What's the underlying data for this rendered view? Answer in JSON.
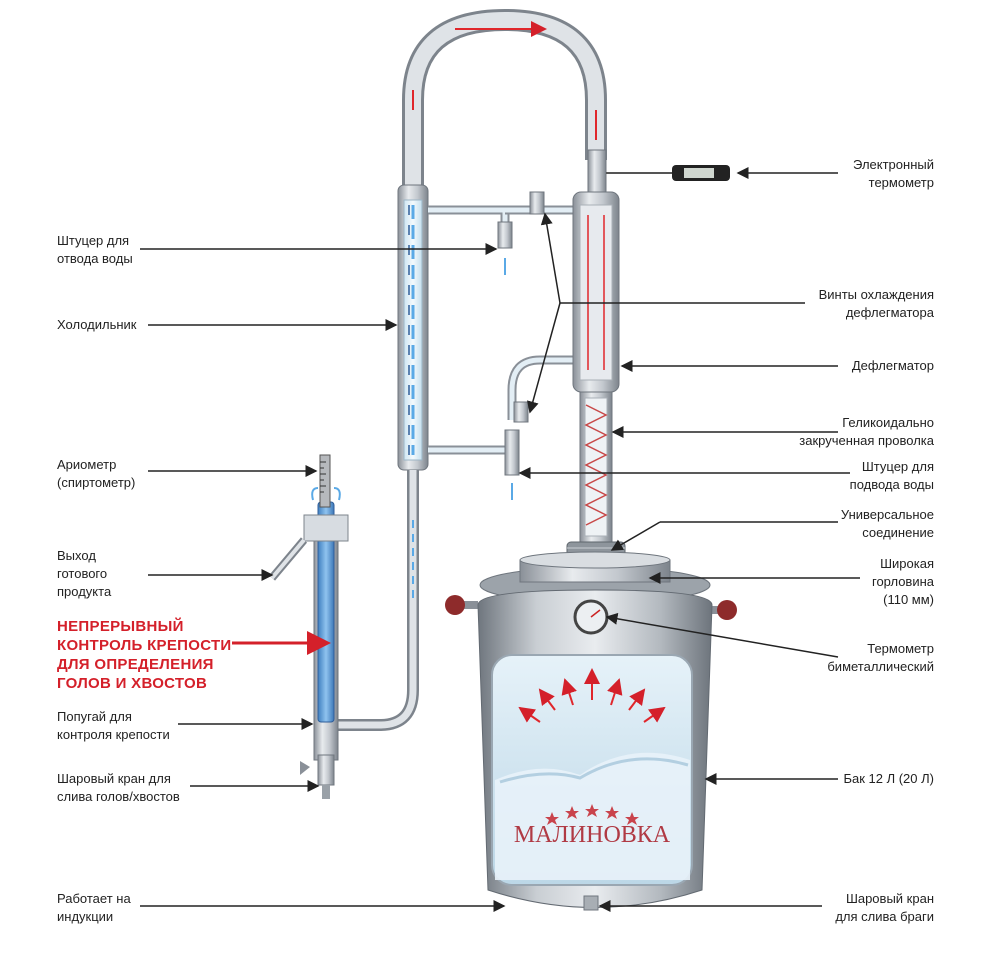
{
  "labels": {
    "electronic_thermometer": [
      "Электронный",
      "термометр"
    ],
    "water_outlet_fitting": [
      "Штуцер для",
      "отвода воды"
    ],
    "cooling_screws": [
      "Винты охлаждения",
      "дефлегматора"
    ],
    "condenser": [
      "Холодильник"
    ],
    "dephlegmator": [
      "Дефлегматор"
    ],
    "helical_wire": [
      "Геликоидально",
      "закрученная проволка"
    ],
    "hydrometer": [
      "Ариометр",
      "(спиртометр)"
    ],
    "water_inlet_fitting": [
      "Штуцер для",
      "подвода воды"
    ],
    "universal_joint": [
      "Универсальное",
      "соединение"
    ],
    "product_outlet": [
      "Выход",
      "готового",
      "продукта"
    ],
    "wide_neck": [
      "Широкая",
      "горловина",
      "(110 мм)"
    ],
    "continuous_control": [
      "НЕПРЕРЫВНЫЙ",
      "КОНТРОЛЬ КРЕПОСТИ",
      "ДЛЯ ОПРЕДЕЛЕНИЯ",
      "ГОЛОВ И ХВОСТОВ"
    ],
    "bimetal_thermometer": [
      "Термометр",
      "биметаллический"
    ],
    "parrot": [
      "Попугай для",
      "контроля крепости"
    ],
    "tank": [
      "Бак 12 Л (20 Л)"
    ],
    "heads_valve": [
      "Шаровый кран для",
      "слива голов/хвостов"
    ],
    "induction": [
      "Работает на",
      "индукции"
    ],
    "mash_valve": [
      "Шаровый кран",
      "для слива браги"
    ]
  },
  "brand": "МАЛИНОВКА",
  "colors": {
    "steel": "#b5bbc2",
    "steel_dark": "#7d858e",
    "water": "#5aa9e6",
    "vapor": "#e0262b",
    "accent_red": "#d4202a",
    "knob": "#8e2b2b"
  }
}
